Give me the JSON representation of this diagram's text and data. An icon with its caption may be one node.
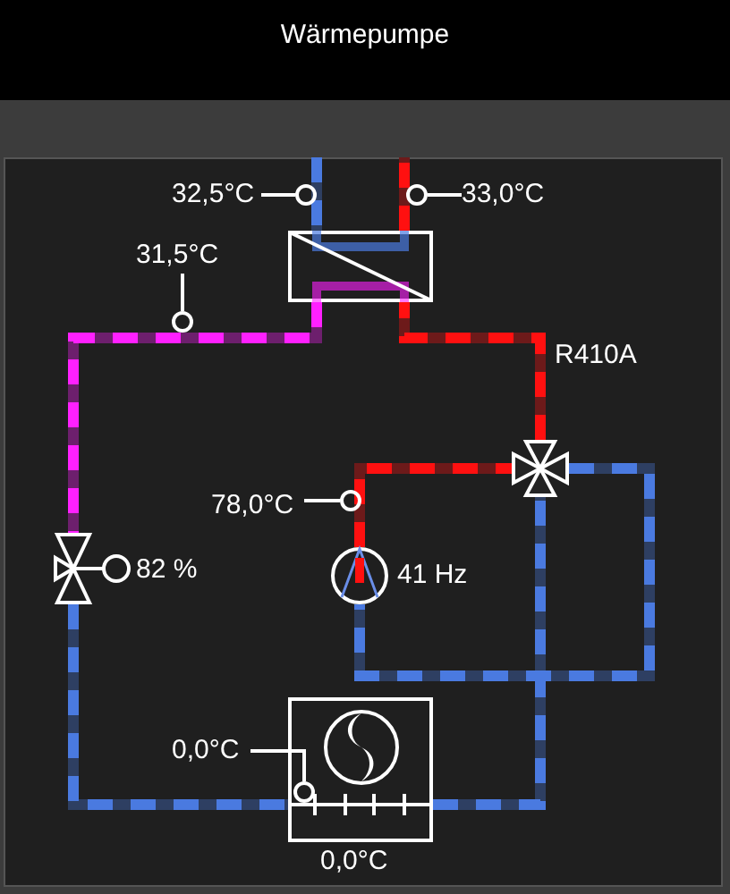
{
  "diagram": {
    "title": "Wärmepumpe",
    "nodes": [
      {
        "text": [],
        "shape": "box"
      },
      {
        "text": [],
        "shape": "valve"
      },
      {
        "text": [],
        "shape": "circle",
        "beside": [
          "41 Hz"
        ]
      },
      {
        "text": [],
        "shape": "valve",
        "beside": [
          "82 %"
        ]
      },
      {
        "text": [],
        "shape": "box",
        "beside": [
          "0,0°C"
        ]
      },
      {
        "text": [
          "32,5°C"
        ]
      },
      {
        "text": [],
        "shape": "circle"
      },
      {
        "text": [
          "33,0°C"
        ]
      },
      {
        "text": [],
        "shape": "circle"
      },
      {
        "text": [
          "31,5°C"
        ]
      },
      {
        "text": [],
        "shape": "circle"
      },
      {
        "text": [
          "78,0°C"
        ]
      },
      {
        "text": [],
        "shape": "circle"
      },
      {
        "text": [
          "0,0°C"
        ]
      },
      {
        "text": [],
        "shape": "circle",
        "in": 4
      }
    ],
    "edges": [
      {
        "from": null,
        "to": 0,
        "arrow": "none",
        "style": "dashed",
        "color": "#4a7ae0"
      },
      {
        "from": 0,
        "to": null,
        "arrow": "none",
        "style": "dashed",
        "color": "#ff1010"
      },
      {
        "from": 1,
        "to": 0,
        "arrow": "none",
        "style": "dashed",
        "color": "#ff1010"
      },
      {
        "from": 0,
        "to": 3,
        "arrow": "none",
        "style": "dashed",
        "color": "#ff20ff"
      },
      {
        "from": 3,
        "to": 4,
        "arrow": "none",
        "style": "dashed",
        "color": "#4a7ae0"
      },
      {
        "from": 4,
        "to": 1,
        "arrow": "none",
        "style": "dashed",
        "color": "#4a7ae0"
      },
      {
        "from": 2,
        "to": 1,
        "arrow": "none",
        "style": "dashed",
        "color": "#ff1010"
      },
      {
        "from": 1,
        "to": 2,
        "arrow": "none",
        "style": "dashed",
        "color": "#4a7ae0"
      },
      {
        "from": 5,
        "to": 6,
        "arrow": "none"
      },
      {
        "from": 7,
        "to": 8,
        "arrow": "none"
      },
      {
        "from": 9,
        "to": 10,
        "arrow": "none"
      },
      {
        "from": 11,
        "to": 12,
        "arrow": "none"
      },
      {
        "from": 13,
        "to": 14,
        "arrow": "none"
      }
    ],
    "labels": [
      "R410A"
    ]
  }
}
